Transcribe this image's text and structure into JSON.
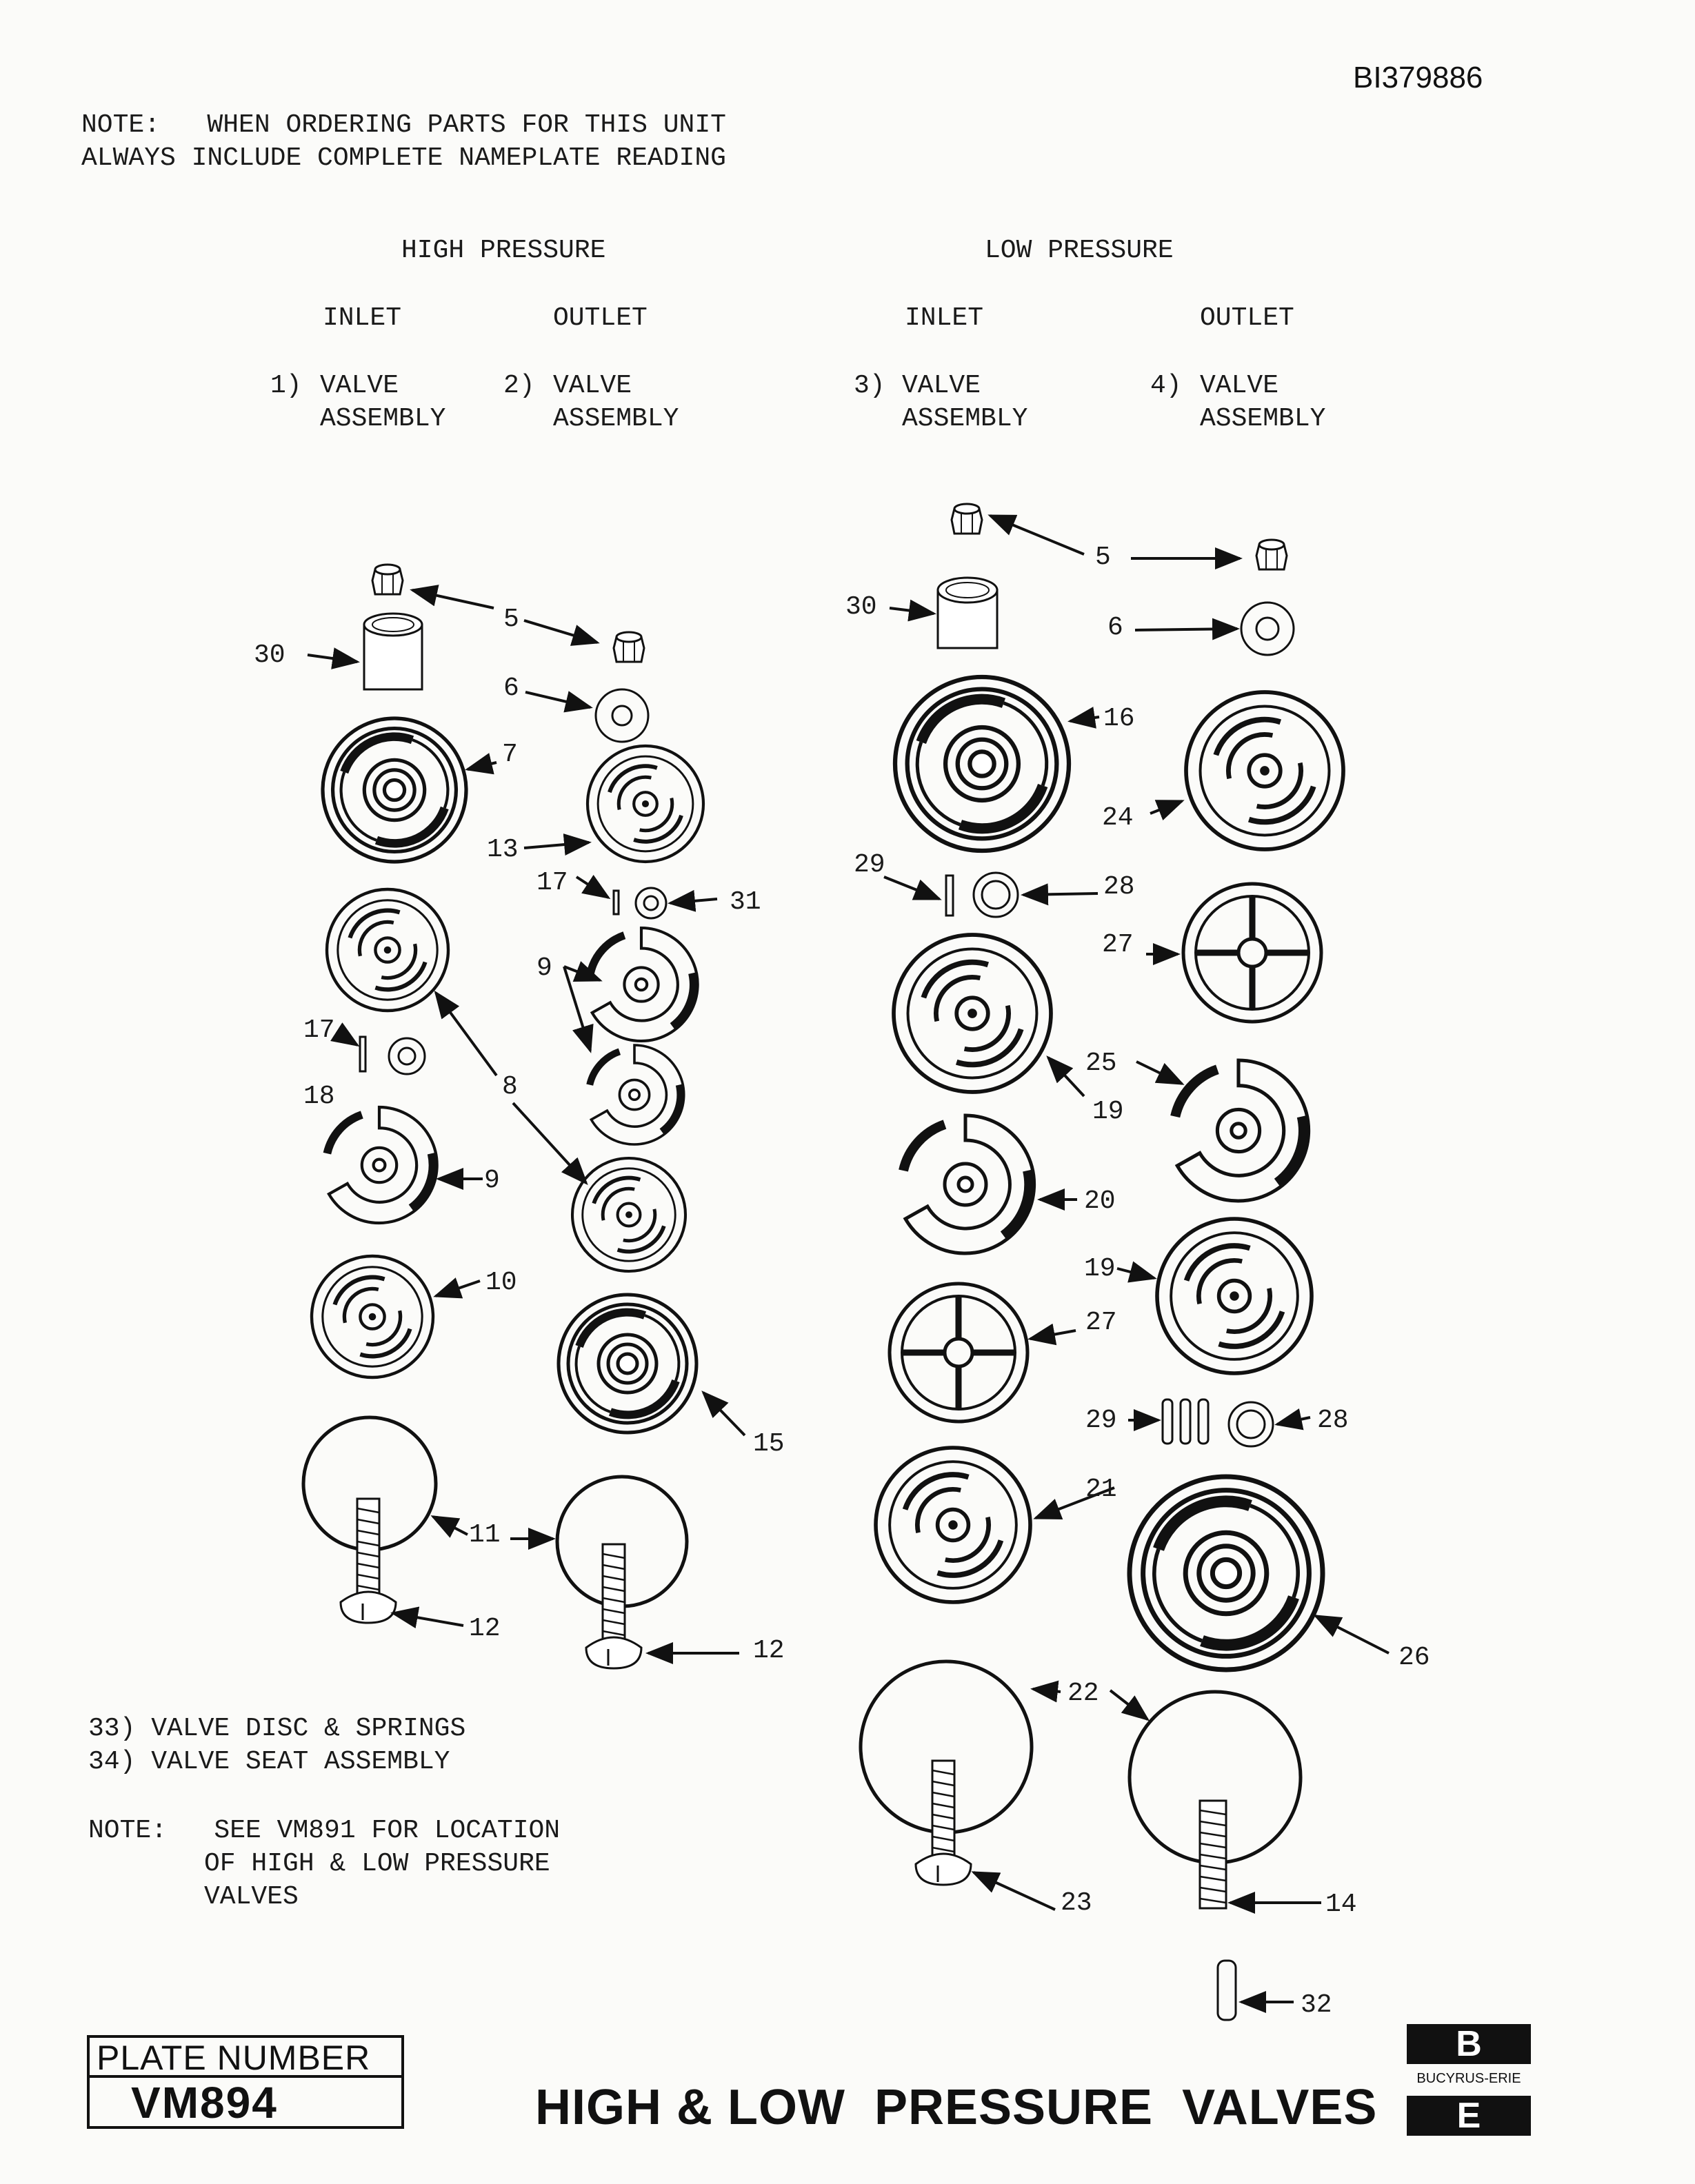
{
  "document_id": "BI379886",
  "note_top": {
    "line1": "NOTE:   WHEN ORDERING PARTS FOR THIS UNIT",
    "line2": "ALWAYS INCLUDE COMPLETE NAMEPLATE READING"
  },
  "sections": {
    "high": "HIGH PRESSURE",
    "low": "LOW PRESSURE",
    "hp_inlet": "INLET",
    "hp_outlet": "OUTLET",
    "lp_inlet": "INLET",
    "lp_outlet": "OUTLET"
  },
  "assemblies": [
    {
      "num": "1)",
      "line1": "VALVE",
      "line2": "ASSEMBLY"
    },
    {
      "num": "2)",
      "line1": "VALVE",
      "line2": "ASSEMBLY"
    },
    {
      "num": "3)",
      "line1": "VALVE",
      "line2": "ASSEMBLY"
    },
    {
      "num": "4)",
      "line1": "VALVE",
      "line2": "ASSEMBLY"
    }
  ],
  "callouts": {
    "hp_inlet": [
      "30",
      "5",
      "7",
      "17",
      "18",
      "8",
      "9",
      "10",
      "11",
      "12"
    ],
    "hp_outlet": [
      "6",
      "13",
      "17",
      "31",
      "9",
      "15",
      "12"
    ],
    "lp_inlet": [
      "5",
      "30",
      "16",
      "29",
      "28",
      "19",
      "20",
      "27",
      "21",
      "22",
      "23"
    ],
    "lp_outlet": [
      "6",
      "24",
      "27",
      "25",
      "19",
      "29",
      "28",
      "26",
      "14",
      "32"
    ]
  },
  "legend": {
    "item33": "33) VALVE DISC & SPRINGS",
    "item34": "34) VALVE SEAT ASSEMBLY"
  },
  "note_bottom": {
    "line1": "NOTE:   SEE VM891 FOR LOCATION",
    "line2": "OF HIGH & LOW PRESSURE",
    "line3": "VALVES"
  },
  "plate": {
    "label": "PLATE NUMBER",
    "number": "VM894"
  },
  "title": "HIGH & LOW  PRESSURE  VALVES",
  "logo": {
    "text": "BUCYRUS-ERIE",
    "top_letter": "B",
    "bottom_letter": "E"
  }
}
